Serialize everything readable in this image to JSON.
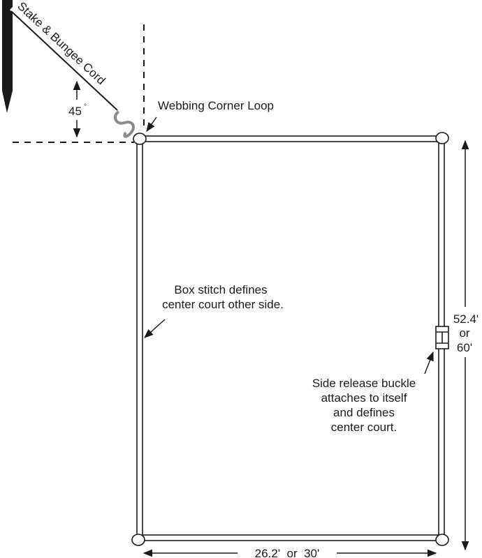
{
  "labels": {
    "stake": "Stake & Bungee Cord",
    "angle": "45",
    "angle_unit": "°",
    "corner_loop": "Webbing Corner Loop",
    "box_stitch_1": "Box stitch defines",
    "box_stitch_2": "center court other side.",
    "buckle_1": "Side release buckle",
    "buckle_2": "attaches to itself",
    "buckle_3": "and defines",
    "buckle_4": "center court.",
    "length_1": "52.4'",
    "length_or": "or",
    "length_2": "60'",
    "width": "26.2'  or  30'"
  },
  "colors": {
    "line": "#1a1a1a",
    "hook": "#8a8a8a"
  }
}
